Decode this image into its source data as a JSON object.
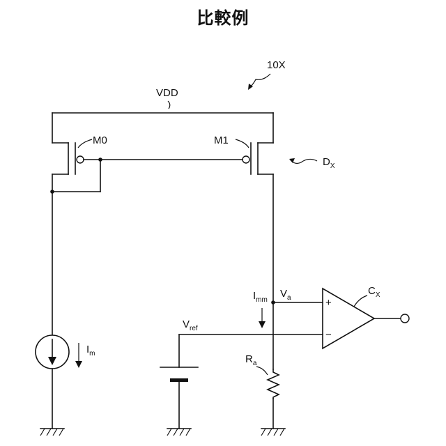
{
  "title": "比較例",
  "labels": {
    "ref_id": "10X",
    "vdd": "VDD",
    "m0": "M0",
    "m1": "M1",
    "dx_main": "D",
    "dx_sub": "X",
    "im_main": "I",
    "im_sub": "m",
    "imm_main": "I",
    "imm_sub": "mm",
    "va_main": "V",
    "va_sub": "a",
    "vref_main": "V",
    "vref_sub": "ref",
    "ra_main": "R",
    "ra_sub": "a",
    "cx_main": "C",
    "cx_sub": "X",
    "plus": "+",
    "minus": "−"
  }
}
